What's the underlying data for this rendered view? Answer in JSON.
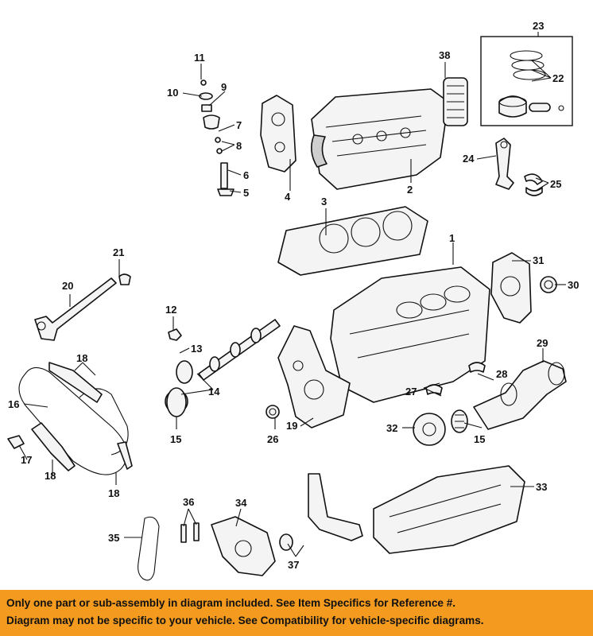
{
  "callouts": {
    "c1": "1",
    "c2": "2",
    "c3": "3",
    "c4": "4",
    "c5": "5",
    "c6": "6",
    "c7": "7",
    "c8": "8",
    "c9": "9",
    "c10": "10",
    "c11": "11",
    "c12": "12",
    "c13": "13",
    "c14": "14",
    "c15a": "15",
    "c15b": "15",
    "c16": "16",
    "c17": "17",
    "c18a": "18",
    "c18b": "18",
    "c18c": "18",
    "c19": "19",
    "c20": "20",
    "c21": "21",
    "c22": "22",
    "c23": "23",
    "c24": "24",
    "c25": "25",
    "c26": "26",
    "c27": "27",
    "c28": "28",
    "c29": "29",
    "c30": "30",
    "c31": "31",
    "c32": "32",
    "c33": "33",
    "c34": "34",
    "c35": "35",
    "c36": "36",
    "c37": "37",
    "c38": "38"
  },
  "disclaimer": {
    "line1": "Only one part or sub-assembly in diagram included. See Item Specifics for Reference #.",
    "line2": "Diagram may not be specific to your vehicle. See Compatibility for vehicle-specific diagrams."
  },
  "colors": {
    "banner": "#f39a1f",
    "line": "#111111"
  }
}
